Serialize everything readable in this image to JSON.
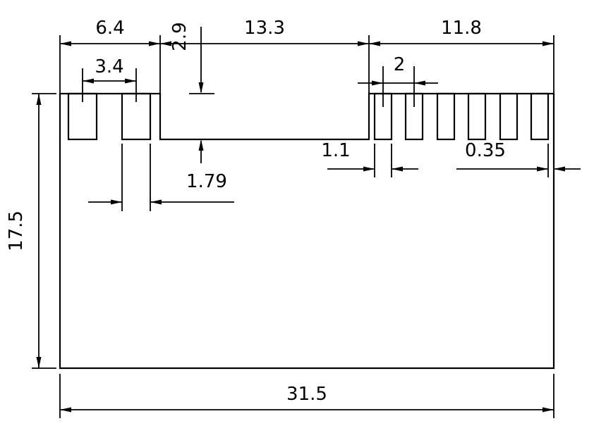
{
  "drawing": {
    "background_color": "#ffffff",
    "line_color": "#000000",
    "dimensions": {
      "left_section_width": "6.4",
      "recess_depth": "2.9",
      "middle_recess_width": "13.3",
      "right_section_width": "11.8",
      "left_slot_spacing": "3.4",
      "right_slot_spacing": "2",
      "right_slot_width": "1.1",
      "right_edge_margin": "0.35",
      "left_slot_width": "1.79",
      "overall_height": "17.5",
      "overall_width": "31.5"
    }
  }
}
